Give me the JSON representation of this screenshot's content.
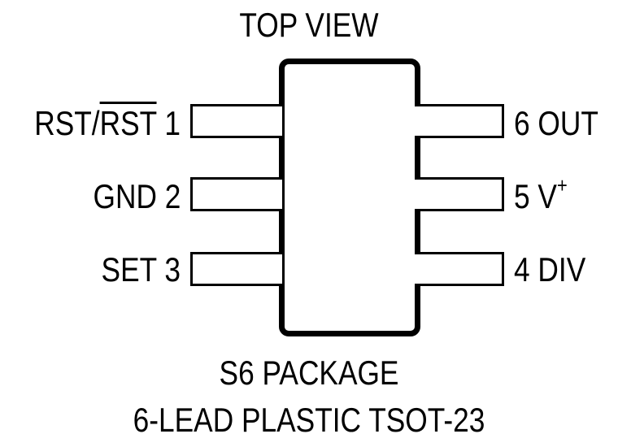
{
  "diagram": {
    "title": "TOP VIEW",
    "package_line1": "S6 PACKAGE",
    "package_line2": "6-LEAD PLASTIC TSOT-23",
    "pins": {
      "p1": {
        "prefix": "RST/",
        "overbar": "RST",
        "suffix": " 1"
      },
      "p2": {
        "label": "GND 2"
      },
      "p3": {
        "label": "SET 3"
      },
      "p4": {
        "label": "4 DIV"
      },
      "p5": {
        "prefix": "5 V",
        "sup": "+"
      },
      "p6": {
        "label": "6 OUT"
      }
    }
  }
}
